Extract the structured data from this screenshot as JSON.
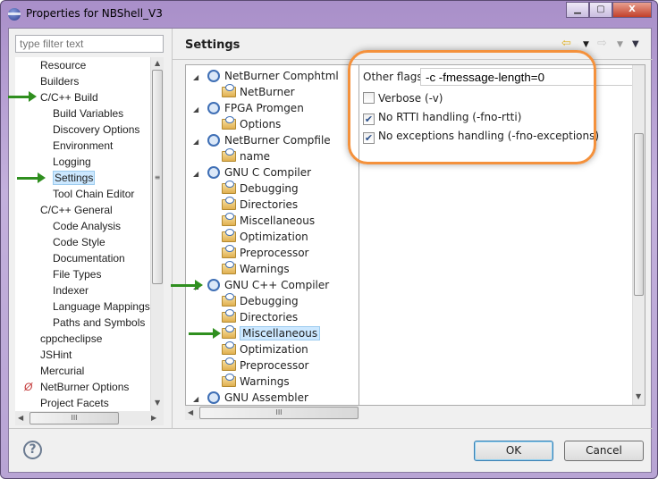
{
  "window": {
    "title": "Properties for NBShell_V3",
    "buttons": [
      "minimize",
      "maximize",
      "close"
    ]
  },
  "filter": {
    "placeholder": "type filter text"
  },
  "left_tree": [
    {
      "label": "Resource",
      "level": 1
    },
    {
      "label": "Builders",
      "level": 1
    },
    {
      "label": "C/C++ Build",
      "level": 1,
      "arrow": true
    },
    {
      "label": "Build Variables",
      "level": 2
    },
    {
      "label": "Discovery Options",
      "level": 2
    },
    {
      "label": "Environment",
      "level": 2
    },
    {
      "label": "Logging",
      "level": 2
    },
    {
      "label": "Settings",
      "level": 2,
      "selected": true,
      "arrow": true
    },
    {
      "label": "Tool Chain Editor",
      "level": 2
    },
    {
      "label": "C/C++ General",
      "level": 1
    },
    {
      "label": "Code Analysis",
      "level": 2
    },
    {
      "label": "Code Style",
      "level": 2
    },
    {
      "label": "Documentation",
      "level": 2
    },
    {
      "label": "File Types",
      "level": 2
    },
    {
      "label": "Indexer",
      "level": 2
    },
    {
      "label": "Language Mappings",
      "level": 2
    },
    {
      "label": "Paths and Symbols",
      "level": 2
    },
    {
      "label": "cppcheclipse",
      "level": 1
    },
    {
      "label": "JSHint",
      "level": 1
    },
    {
      "label": "Mercurial",
      "level": 1
    },
    {
      "label": "NetBurner Options",
      "level": 1,
      "icon": "netburner-icon"
    },
    {
      "label": "Project Facets",
      "level": 1
    }
  ],
  "header": {
    "title": "Settings"
  },
  "tool_tree": [
    {
      "label": "NetBurner Comphtml",
      "type": "tool"
    },
    {
      "label": "NetBurner",
      "type": "option"
    },
    {
      "label": "FPGA Promgen",
      "type": "tool"
    },
    {
      "label": "Options",
      "type": "option"
    },
    {
      "label": "NetBurner Compfile",
      "type": "tool"
    },
    {
      "label": "name",
      "type": "option"
    },
    {
      "label": "GNU C Compiler",
      "type": "tool"
    },
    {
      "label": "Debugging",
      "type": "option"
    },
    {
      "label": "Directories",
      "type": "option"
    },
    {
      "label": "Miscellaneous",
      "type": "option"
    },
    {
      "label": "Optimization",
      "type": "option"
    },
    {
      "label": "Preprocessor",
      "type": "option"
    },
    {
      "label": "Warnings",
      "type": "option"
    },
    {
      "label": "GNU C++ Compiler",
      "type": "tool",
      "arrow": true
    },
    {
      "label": "Debugging",
      "type": "option"
    },
    {
      "label": "Directories",
      "type": "option"
    },
    {
      "label": "Miscellaneous",
      "type": "option",
      "selected": true,
      "arrow": true
    },
    {
      "label": "Optimization",
      "type": "option"
    },
    {
      "label": "Preprocessor",
      "type": "option"
    },
    {
      "label": "Warnings",
      "type": "option"
    },
    {
      "label": "GNU Assembler",
      "type": "tool"
    }
  ],
  "options": {
    "other_flags_label": "Other flags",
    "other_flags_value": "-c -fmessage-length=0",
    "checkboxes": [
      {
        "label": "Verbose (-v)",
        "checked": false
      },
      {
        "label": "No RTTI handling (-fno-rtti)",
        "checked": true
      },
      {
        "label": "No exceptions handling (-fno-exceptions)",
        "checked": true
      }
    ]
  },
  "scroll": {
    "thumb_grip": "III"
  },
  "footer": {
    "ok": "OK",
    "cancel": "Cancel",
    "help": "?"
  },
  "colors": {
    "highlight": "#f4913c",
    "arrow": "#2f8f1f",
    "selection": "#cce8ff"
  }
}
